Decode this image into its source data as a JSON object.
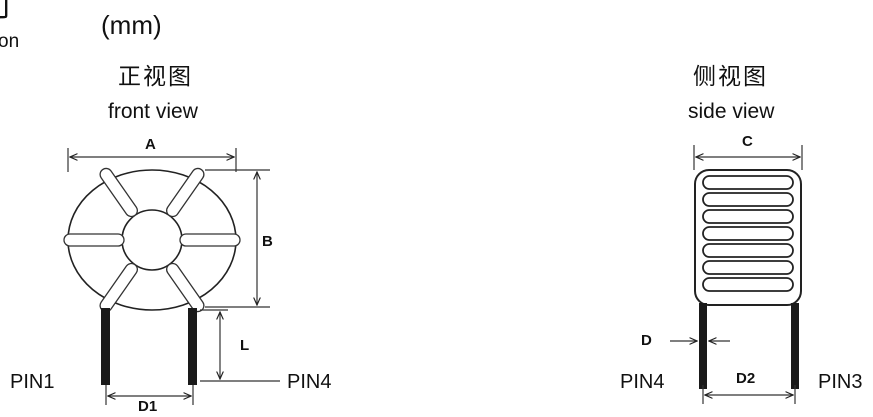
{
  "header": {
    "title_cn_partial": "寸",
    "title_en_partial": "on",
    "unit": "(mm)"
  },
  "front": {
    "title_cn": "正视图",
    "title_en": "front view",
    "dims": {
      "a": "A",
      "b": "B",
      "l": "L",
      "d1": "D1"
    },
    "pins": {
      "left": "PIN1",
      "right": "PIN4"
    }
  },
  "side": {
    "title_cn": "侧视图",
    "title_en": "side view",
    "dims": {
      "c": "C",
      "d": "D",
      "d2": "D2"
    },
    "pins": {
      "left": "PIN4",
      "right": "PIN3"
    }
  }
}
